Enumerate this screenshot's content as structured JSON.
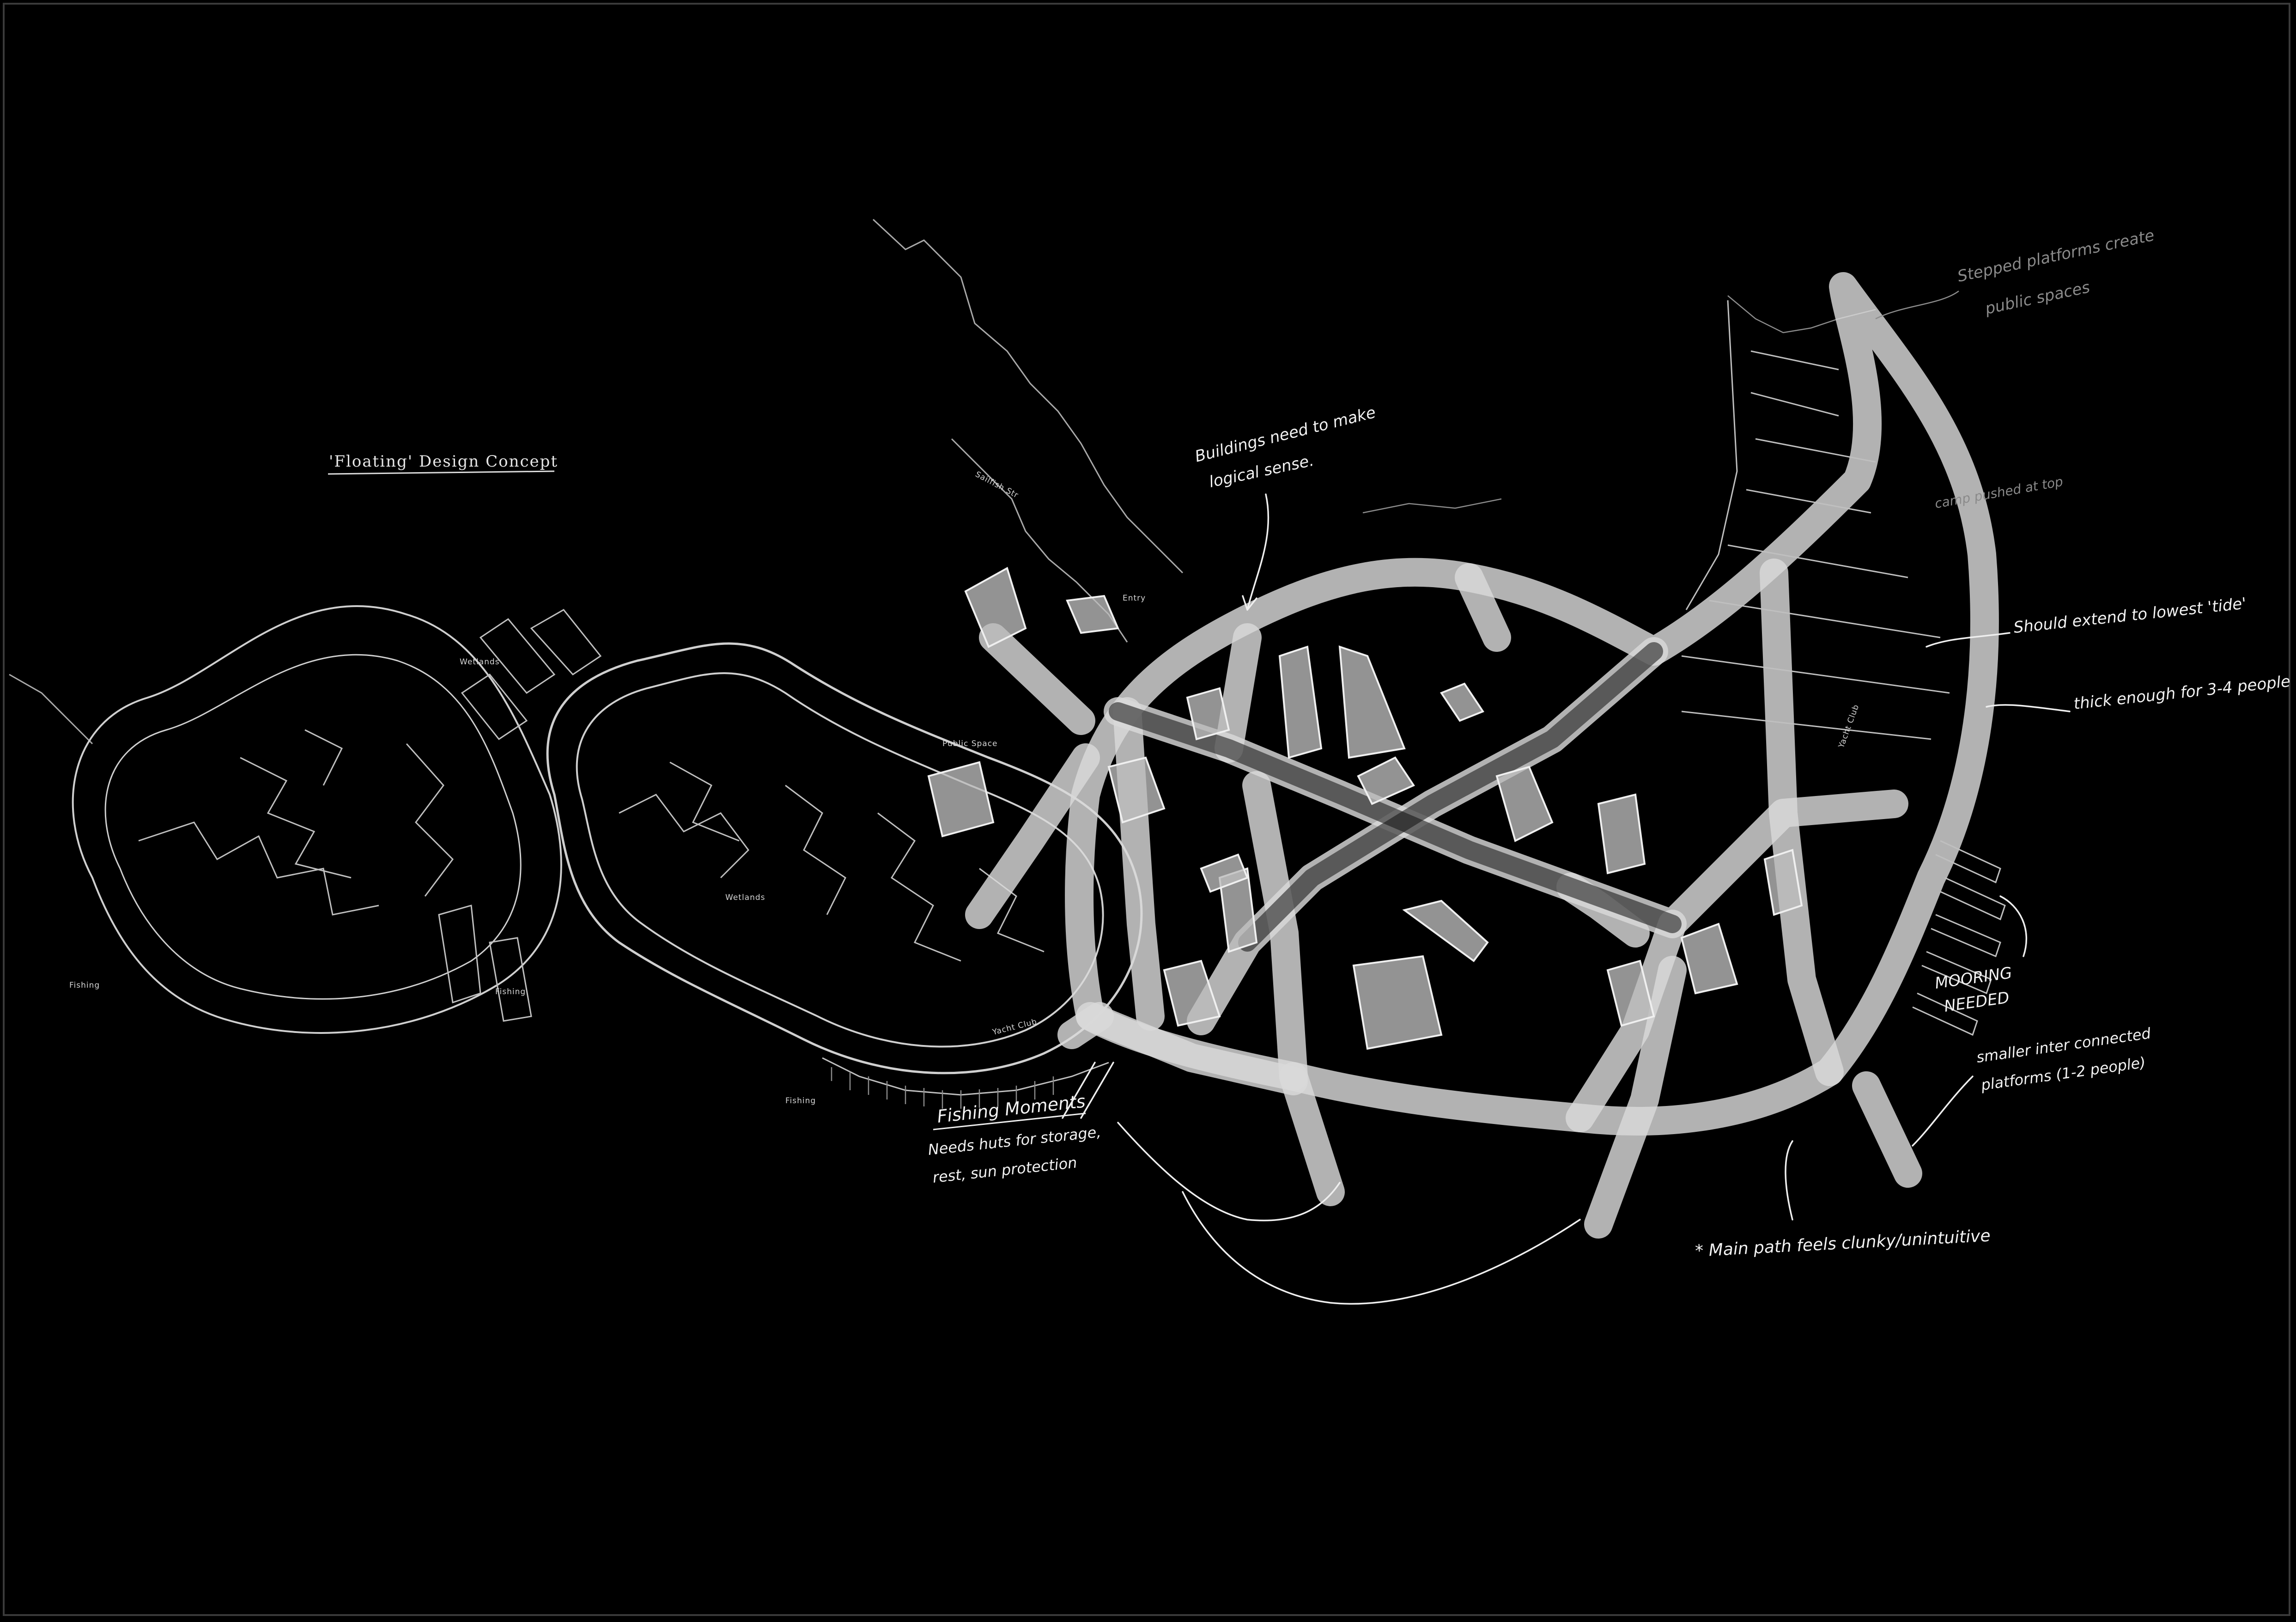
{
  "title": "'Floating' Design Concept",
  "labels": {
    "wetlands_1": "Wetlands",
    "wetlands_2": "Wetlands",
    "fishing_1": "Fishing",
    "fishing_2": "Fishing",
    "fishing_3": "Fishing",
    "public_space": "Public Space",
    "entry": "Entry",
    "sailfish_str": "Sailfish Str",
    "yacht_club_1": "Yacht Club",
    "yacht_club_2": "Yacht Club"
  },
  "notes": {
    "buildings_line1": "Buildings need to make",
    "buildings_line2": "logical sense.",
    "stepped_line1": "Stepped platforms create",
    "stepped_line2": "public spaces",
    "camp": "camp pushed at top",
    "tide": "Should extend to lowest 'tide'",
    "thick": "thick enough for 3-4 people",
    "mooring_line1": "MOORING",
    "mooring_line2": "NEEDED",
    "smaller_line1": "smaller inter connected",
    "smaller_line2": "platforms (1-2 people)",
    "fishing_moments": "Fishing Moments",
    "huts_line1": "Needs huts for storage,",
    "huts_line2": "rest, sun protection",
    "main_path": "* Main path feels clunky/unintuitive"
  },
  "colors": {
    "background": "#000000",
    "line": "#e0e0e0",
    "building_fill": "#bdbdbd"
  }
}
